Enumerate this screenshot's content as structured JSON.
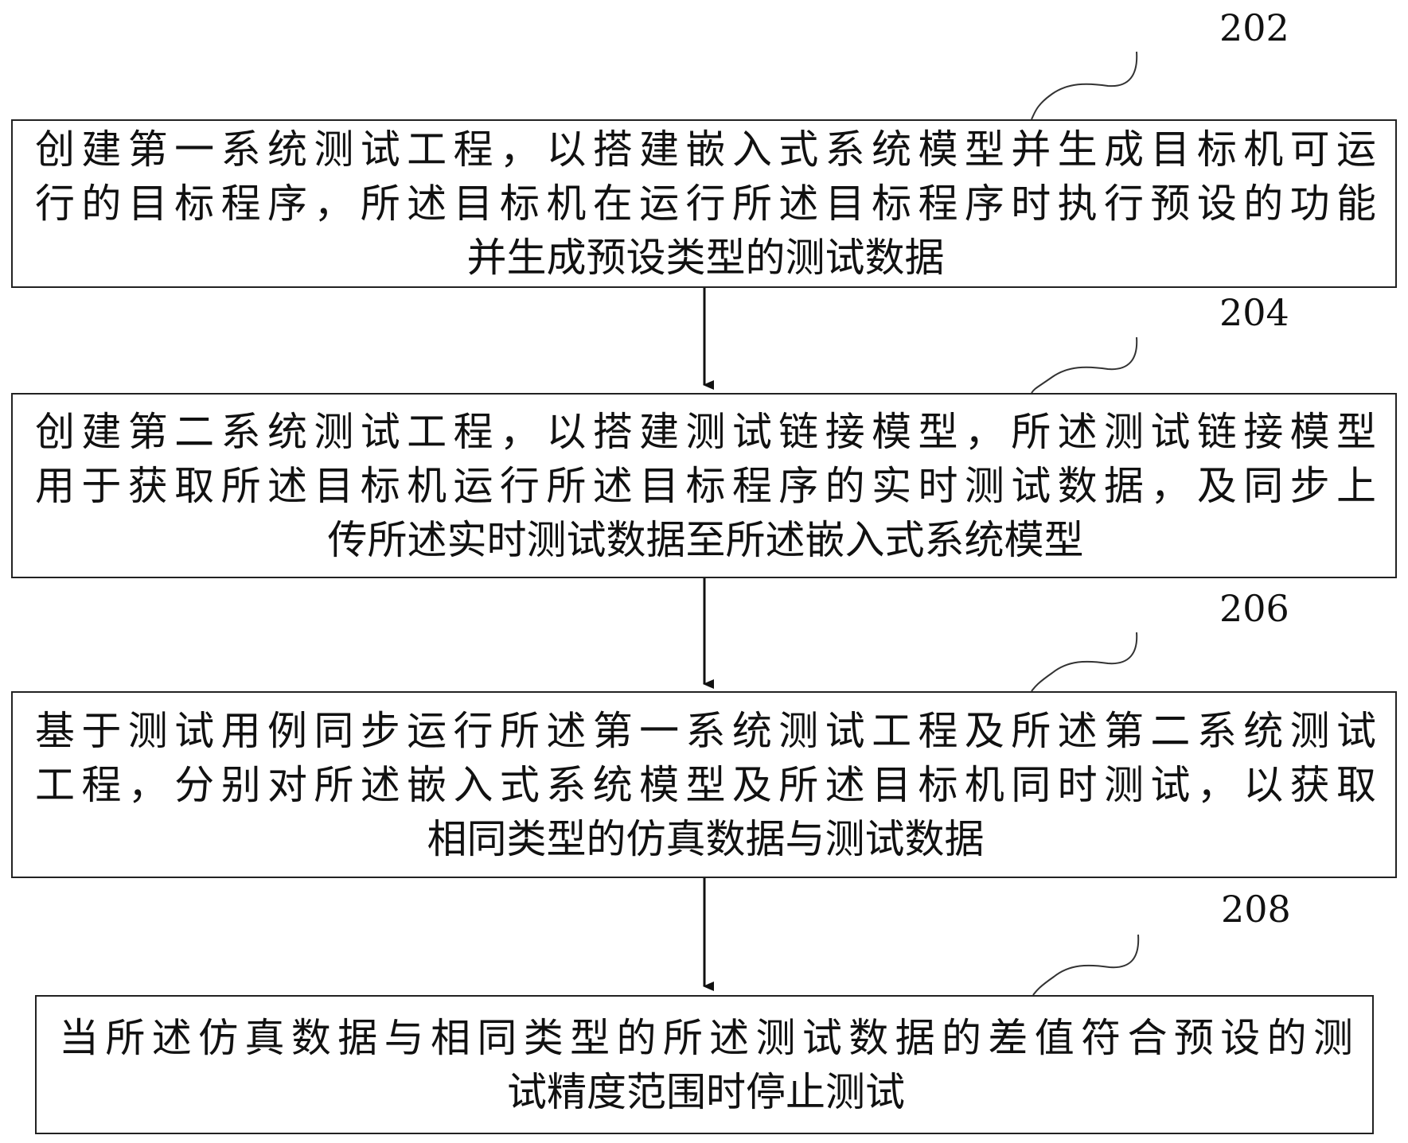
{
  "steps": [
    {
      "number": "202",
      "lines": [
        "创建第一系统测试工程，以搭建嵌入式系统模型并生成目标机可运",
        "行的目标程序，所述目标机在运行所述目标程序时执行预设的功能",
        "并生成预设类型的测试数据"
      ]
    },
    {
      "number": "204",
      "lines": [
        "创建第二系统测试工程，以搭建测试链接模型，所述测试链接模型",
        "用于获取所述目标机运行所述目标程序的实时测试数据，及同步上",
        "传所述实时测试数据至所述嵌入式系统模型"
      ]
    },
    {
      "number": "206",
      "lines": [
        "基于测试用例同步运行所述第一系统测试工程及所述第二系统测试",
        "工程，分别对所述嵌入式系统模型及所述目标机同时测试，以获取",
        "相同类型的仿真数据与测试数据"
      ]
    },
    {
      "number": "208",
      "lines": [
        "当所述仿真数据与相同类型的所述测试数据的差值符合预设的测",
        "试精度范围时停止测试"
      ]
    }
  ]
}
